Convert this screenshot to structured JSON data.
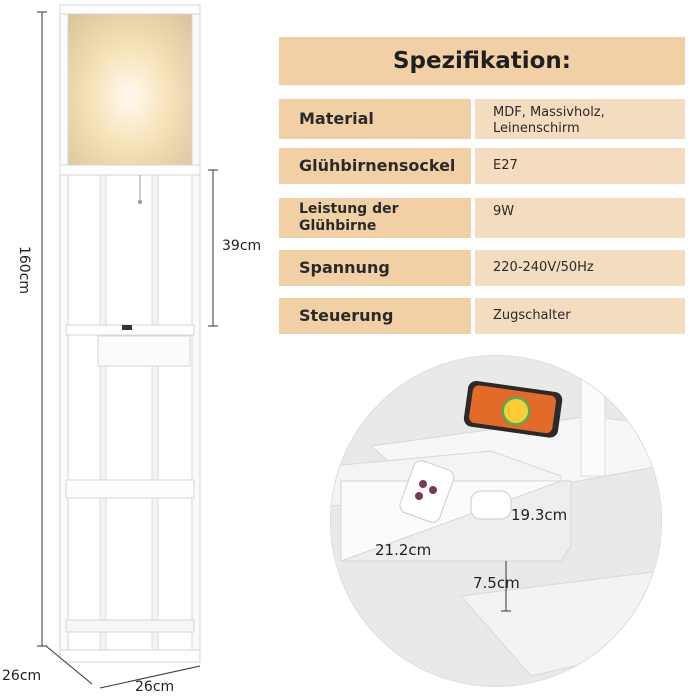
{
  "spec": {
    "title": "Spezifikation:",
    "rows": [
      {
        "key": "Material",
        "value": "MDF, Massivholz, Leinenschirm"
      },
      {
        "key": "Glühbirnensockel",
        "value": "E27"
      },
      {
        "key": "Leistung der Glühbirne",
        "value": "9W"
      },
      {
        "key": "Spannung",
        "value": "220-240V/50Hz"
      },
      {
        "key": "Steuerung",
        "value": "Zugschalter"
      }
    ]
  },
  "dimensions": {
    "height": "160cm",
    "shelf_height": "39cm",
    "depth": "26cm",
    "width": "26cm",
    "drawer_width": "21.2cm",
    "drawer_depth": "19.3cm",
    "drawer_height": "7.5cm"
  },
  "colors": {
    "spec_key_bg": "#f2d0a6",
    "spec_value_bg": "#f4dcc0",
    "lamp_frame": "#ffffff",
    "lamp_glow": "#f7e2b5"
  }
}
